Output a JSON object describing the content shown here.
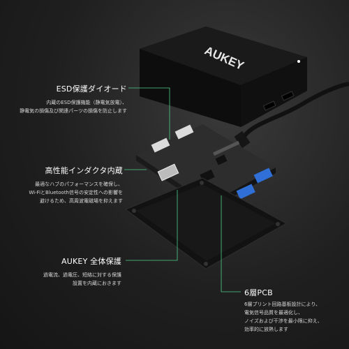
{
  "brand": {
    "logo_text": "AUKEY"
  },
  "callouts": {
    "esd": {
      "title": "ESD保護ダイオード",
      "lines": [
        "内蔵のESD保護機能（静電気放電）、",
        "静電気の損傷及び関連パーツの損傷を防止します"
      ]
    },
    "inductor": {
      "title": "高性能インダクタ内蔵",
      "lines": [
        "最適なハブのパフォーマンスを確保し、",
        "Wi-FiとBluetooth信号の安定性への影響を",
        "避けるため、高周波電磁場を抑えます"
      ]
    },
    "protection": {
      "title": "AUKEY 全体保護",
      "lines": [
        "過電流、過電圧、短絡に対する保護",
        "設置を内蔵におきます"
      ]
    },
    "pcb": {
      "title": "6層PCB",
      "lines": [
        "6層プリント回路基板設計により、",
        "電気信号品質を最適化し、",
        "ノイズおよび干渉を最小限に抑え、",
        "効率的に放熱します"
      ]
    }
  },
  "colors": {
    "leader_line": "#4fd08a",
    "background": "#222222",
    "board": "#2a2a2a",
    "usb_blue": "#2f6fd6"
  }
}
